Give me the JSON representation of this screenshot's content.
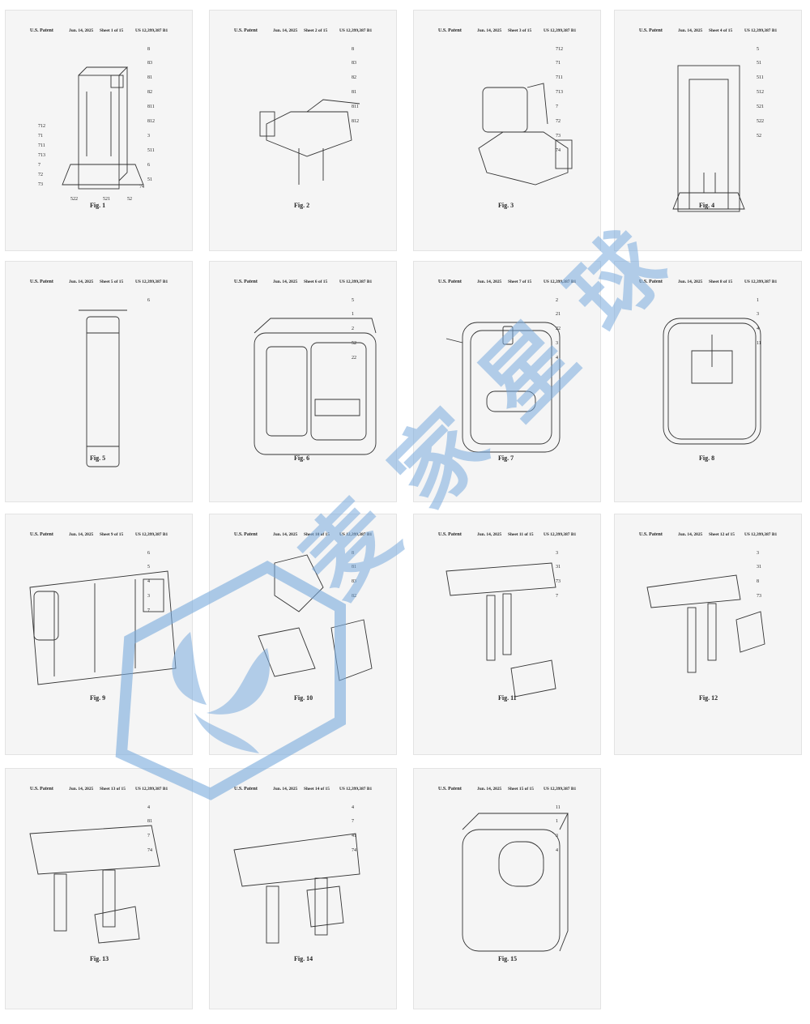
{
  "header": {
    "patent": "U.S. Patent",
    "date": "Jun. 14, 2025",
    "number": "US 12,399,387 B1"
  },
  "sheets": [
    {
      "sheet": "Sheet 1 of 15",
      "figure": "Fig. 1",
      "labels": [
        "8",
        "83",
        "81",
        "82",
        "811",
        "812",
        "3",
        "511",
        "6",
        "51",
        "712",
        "71",
        "711",
        "713",
        "7",
        "72",
        "73",
        "522",
        "521",
        "52",
        "74"
      ]
    },
    {
      "sheet": "Sheet 2 of 15",
      "figure": "Fig. 2",
      "labels": [
        "8",
        "83",
        "82",
        "81",
        "811",
        "812"
      ]
    },
    {
      "sheet": "Sheet 3 of 15",
      "figure": "Fig. 3",
      "labels": [
        "712",
        "71",
        "711",
        "713",
        "7",
        "72",
        "73",
        "74"
      ]
    },
    {
      "sheet": "Sheet 4 of 15",
      "figure": "Fig. 4",
      "labels": [
        "5",
        "51",
        "511",
        "512",
        "521",
        "522",
        "52"
      ]
    },
    {
      "sheet": "Sheet 5 of 15",
      "figure": "Fig. 5",
      "labels": [
        "6"
      ]
    },
    {
      "sheet": "Sheet 6 of 15",
      "figure": "Fig. 6",
      "labels": [
        "5",
        "1",
        "2",
        "52",
        "22"
      ]
    },
    {
      "sheet": "Sheet 7 of 15",
      "figure": "Fig. 7",
      "labels": [
        "2",
        "21",
        "22",
        "3",
        "4"
      ]
    },
    {
      "sheet": "Sheet 8 of 15",
      "figure": "Fig. 8",
      "labels": [
        "1",
        "3",
        "4",
        "11"
      ]
    },
    {
      "sheet": "Sheet 9 of 15",
      "figure": "Fig. 9",
      "labels": [
        "6",
        "5",
        "4",
        "3",
        "7"
      ]
    },
    {
      "sheet": "Sheet 10 of 15",
      "figure": "Fig. 10",
      "labels": [
        "8",
        "81",
        "83",
        "82"
      ]
    },
    {
      "sheet": "Sheet 11 of 15",
      "figure": "Fig. 11",
      "labels": [
        "3",
        "31",
        "73",
        "7"
      ]
    },
    {
      "sheet": "Sheet 12 of 15",
      "figure": "Fig. 12",
      "labels": [
        "3",
        "31",
        "8",
        "73"
      ]
    },
    {
      "sheet": "Sheet 13 of 15",
      "figure": "Fig. 13",
      "labels": [
        "4",
        "81",
        "7",
        "74"
      ]
    },
    {
      "sheet": "Sheet 14 of 15",
      "figure": "Fig. 14",
      "labels": [
        "4",
        "7",
        "41",
        "74"
      ]
    },
    {
      "sheet": "Sheet 15 of 15",
      "figure": "Fig. 15",
      "labels": [
        "11",
        "1",
        "3",
        "4"
      ]
    }
  ],
  "watermark": {
    "text": "麦家星球",
    "color": "#78aadc"
  }
}
